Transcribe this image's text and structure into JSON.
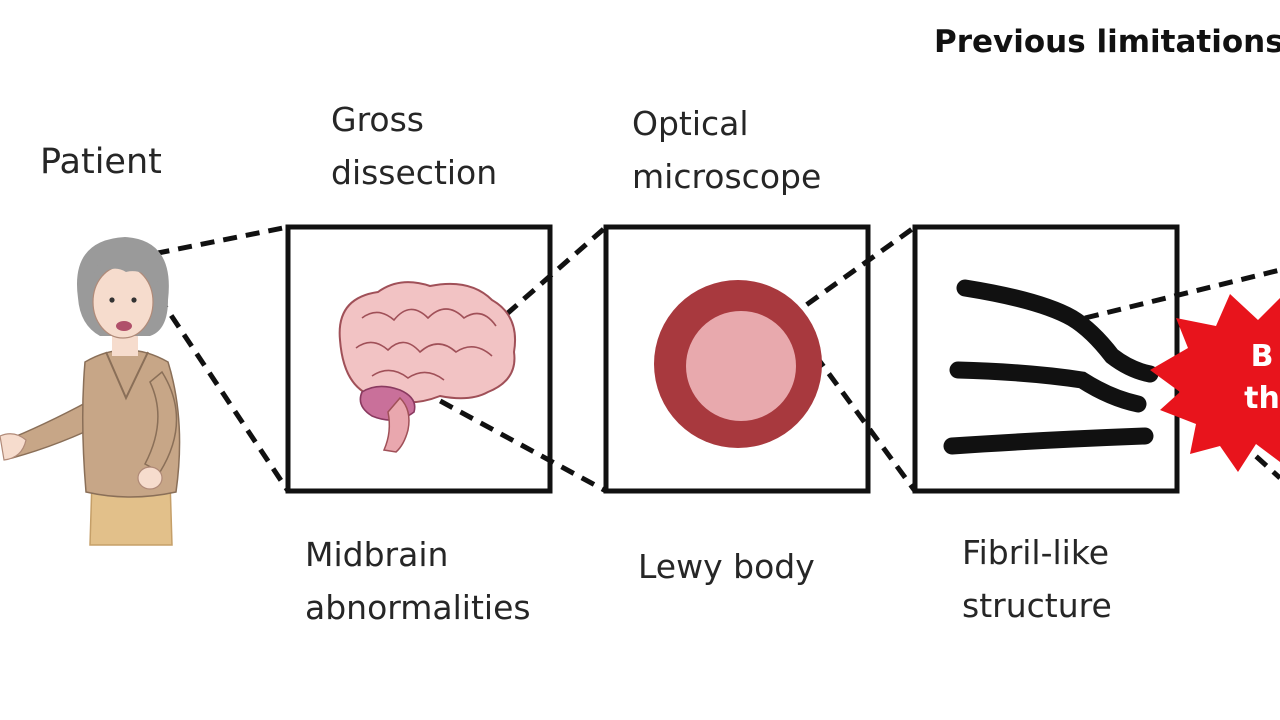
{
  "heading": "Previous limitations",
  "patient_label": "Patient",
  "stages": [
    {
      "top_lines": [
        "Gross",
        "dissection"
      ],
      "bottom_lines": [
        "Midbrain",
        "abnormalities"
      ]
    },
    {
      "top_lines": [
        "Optical",
        "microscope"
      ],
      "bottom_lines": [
        "Lewy body"
      ]
    },
    {
      "top_lines": [],
      "bottom_lines": [
        "Fibril-like",
        "structure"
      ]
    }
  ],
  "burst_lines": [
    "B",
    "th"
  ],
  "colors": {
    "line": "#111111",
    "lewy_outer": "#a8393e",
    "lewy_inner": "#e8a9ad",
    "burst": "#e8141c",
    "brain": "#f2c3c4",
    "cerebellum": "#c9709a",
    "patient_hair": "#9a9a9a",
    "patient_top": "#c7a687",
    "patient_skirt": "#e2c08a"
  }
}
